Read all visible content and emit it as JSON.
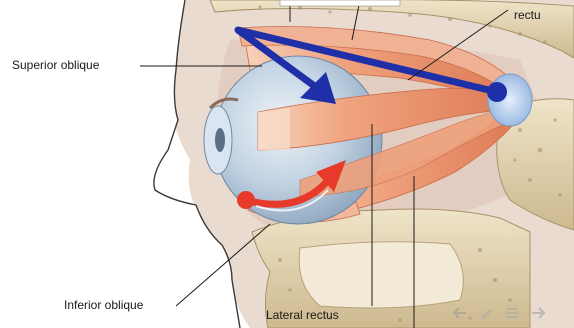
{
  "diagram": {
    "labels": {
      "top_right": "rectu",
      "superior_oblique": "Superior oblique",
      "inferior_oblique": "Inferior oblique",
      "lateral_rectus": "Lateral rectus"
    }
  },
  "slide_controls": [
    {
      "icon": "previous-arrow-icon"
    },
    {
      "icon": "pencil-icon"
    },
    {
      "icon": "menu-icon"
    },
    {
      "icon": "next-arrow-icon"
    }
  ],
  "colors": {
    "muscle": "#e9926d",
    "muscle_light": "#f6c0a3",
    "bone": "#d8c8a4",
    "eyeball": "#b8cce0",
    "blue_arrow": "#1f2fa8",
    "red_arrow": "#e83a2a"
  }
}
